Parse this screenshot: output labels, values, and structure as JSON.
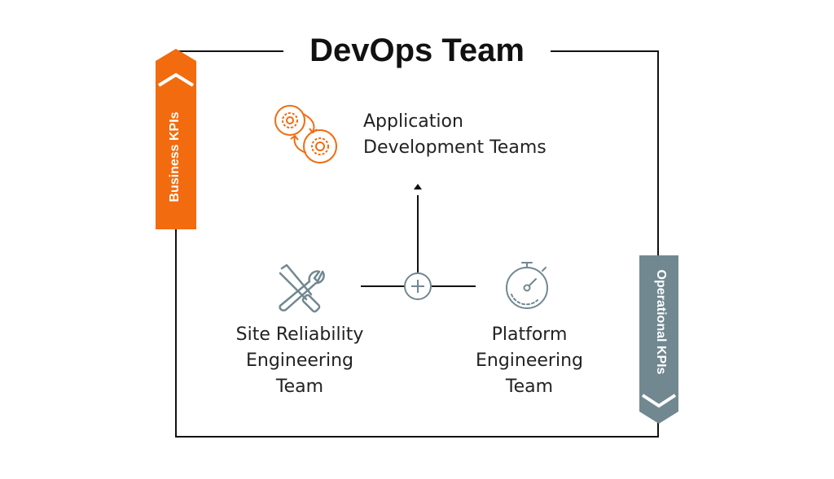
{
  "title": "DevOps Team",
  "side_labels": {
    "business": "Business KPIs",
    "operational": "Operational KPIs"
  },
  "teams": {
    "application": [
      "Application",
      "Development Teams"
    ],
    "sre": [
      "Site Reliability",
      "Engineering",
      "Team"
    ],
    "platform": [
      "Platform",
      "Engineering",
      "Team"
    ]
  },
  "icons": {
    "application": "gears-icon",
    "sre": "wrench-screwdriver-icon",
    "platform": "stopwatch-icon",
    "junction": "plus-circle-icon"
  },
  "colors": {
    "orange": "#F26B0F",
    "slate": "#718891",
    "frame": "#111111"
  }
}
